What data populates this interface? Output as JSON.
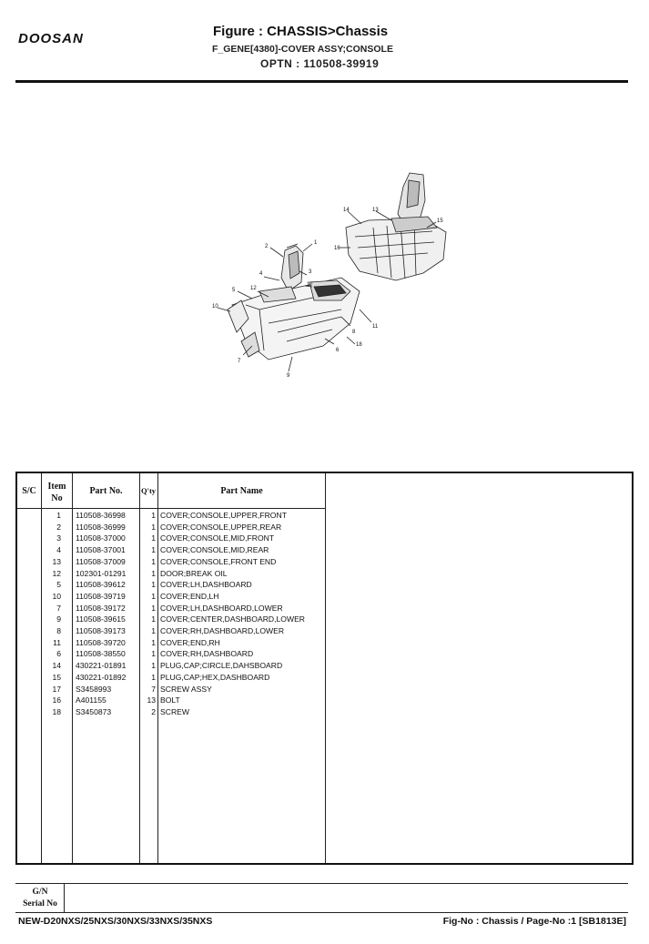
{
  "header": {
    "logo": "DOOSAN",
    "title": "Figure : CHASSIS>Chassis",
    "subtitle": "F_GENE[4380]-COVER ASSY;CONSOLE",
    "optn": "OPTN :  110508-39919"
  },
  "diagram": {
    "callouts": [
      "1",
      "2",
      "3",
      "4",
      "5",
      "6",
      "7",
      "8",
      "9",
      "10",
      "11",
      "12",
      "13",
      "14",
      "15",
      "16",
      "17",
      "18"
    ]
  },
  "table": {
    "headers": {
      "sc": "S/C",
      "item": "Item No",
      "part_no": "Part No.",
      "qty": "Q'ty",
      "part_name": "Part Name"
    },
    "rows": [
      {
        "item": "1",
        "part_no": "110508-36998",
        "qty": "1",
        "name": "COVER;CONSOLE,UPPER,FRONT"
      },
      {
        "item": "2",
        "part_no": "110508-36999",
        "qty": "1",
        "name": "COVER;CONSOLE,UPPER,REAR"
      },
      {
        "item": "3",
        "part_no": "110508-37000",
        "qty": "1",
        "name": "COVER;CONSOLE,MID,FRONT"
      },
      {
        "item": "4",
        "part_no": "110508-37001",
        "qty": "1",
        "name": "COVER;CONSOLE,MID,REAR"
      },
      {
        "item": "13",
        "part_no": "110508-37009",
        "qty": "1",
        "name": "COVER;CONSOLE,FRONT END"
      },
      {
        "item": "12",
        "part_no": "102301-01291",
        "qty": "1",
        "name": "DOOR;BREAK OIL"
      },
      {
        "item": "5",
        "part_no": "110508-39612",
        "qty": "1",
        "name": "COVER;LH,DASHBOARD"
      },
      {
        "item": "10",
        "part_no": "110508-39719",
        "qty": "1",
        "name": "COVER;END,LH"
      },
      {
        "item": "7",
        "part_no": "110508-39172",
        "qty": "1",
        "name": "COVER;LH,DASHBOARD,LOWER"
      },
      {
        "item": "9",
        "part_no": "110508-39615",
        "qty": "1",
        "name": "COVER;CENTER,DASHBOARD,LOWER"
      },
      {
        "item": "8",
        "part_no": "110508-39173",
        "qty": "1",
        "name": "COVER;RH,DASHBOARD,LOWER"
      },
      {
        "item": "11",
        "part_no": "110508-39720",
        "qty": "1",
        "name": "COVER;END,RH"
      },
      {
        "item": "6",
        "part_no": "110508-38550",
        "qty": "1",
        "name": "COVER;RH,DASHBOARD"
      },
      {
        "item": "14",
        "part_no": "430221-01891",
        "qty": "1",
        "name": "PLUG,CAP;CIRCLE,DAHSBOARD"
      },
      {
        "item": "15",
        "part_no": "430221-01892",
        "qty": "1",
        "name": "PLUG,CAP;HEX,DASHBOARD"
      },
      {
        "item": "17",
        "part_no": "S3458993",
        "qty": "7",
        "name": "SCREW ASSY"
      },
      {
        "item": "16",
        "part_no": "A401155",
        "qty": "13",
        "name": "BOLT"
      },
      {
        "item": "18",
        "part_no": "S3450873",
        "qty": "2",
        "name": "SCREW"
      }
    ]
  },
  "footer": {
    "gn_label_1": "G/N",
    "gn_label_2": "Serial No",
    "model": "NEW-D20NXS/25NXS/30NXS/33NXS/35NXS",
    "fig_no": "Fig-No : Chassis / Page-No :1 [SB1813E]"
  }
}
